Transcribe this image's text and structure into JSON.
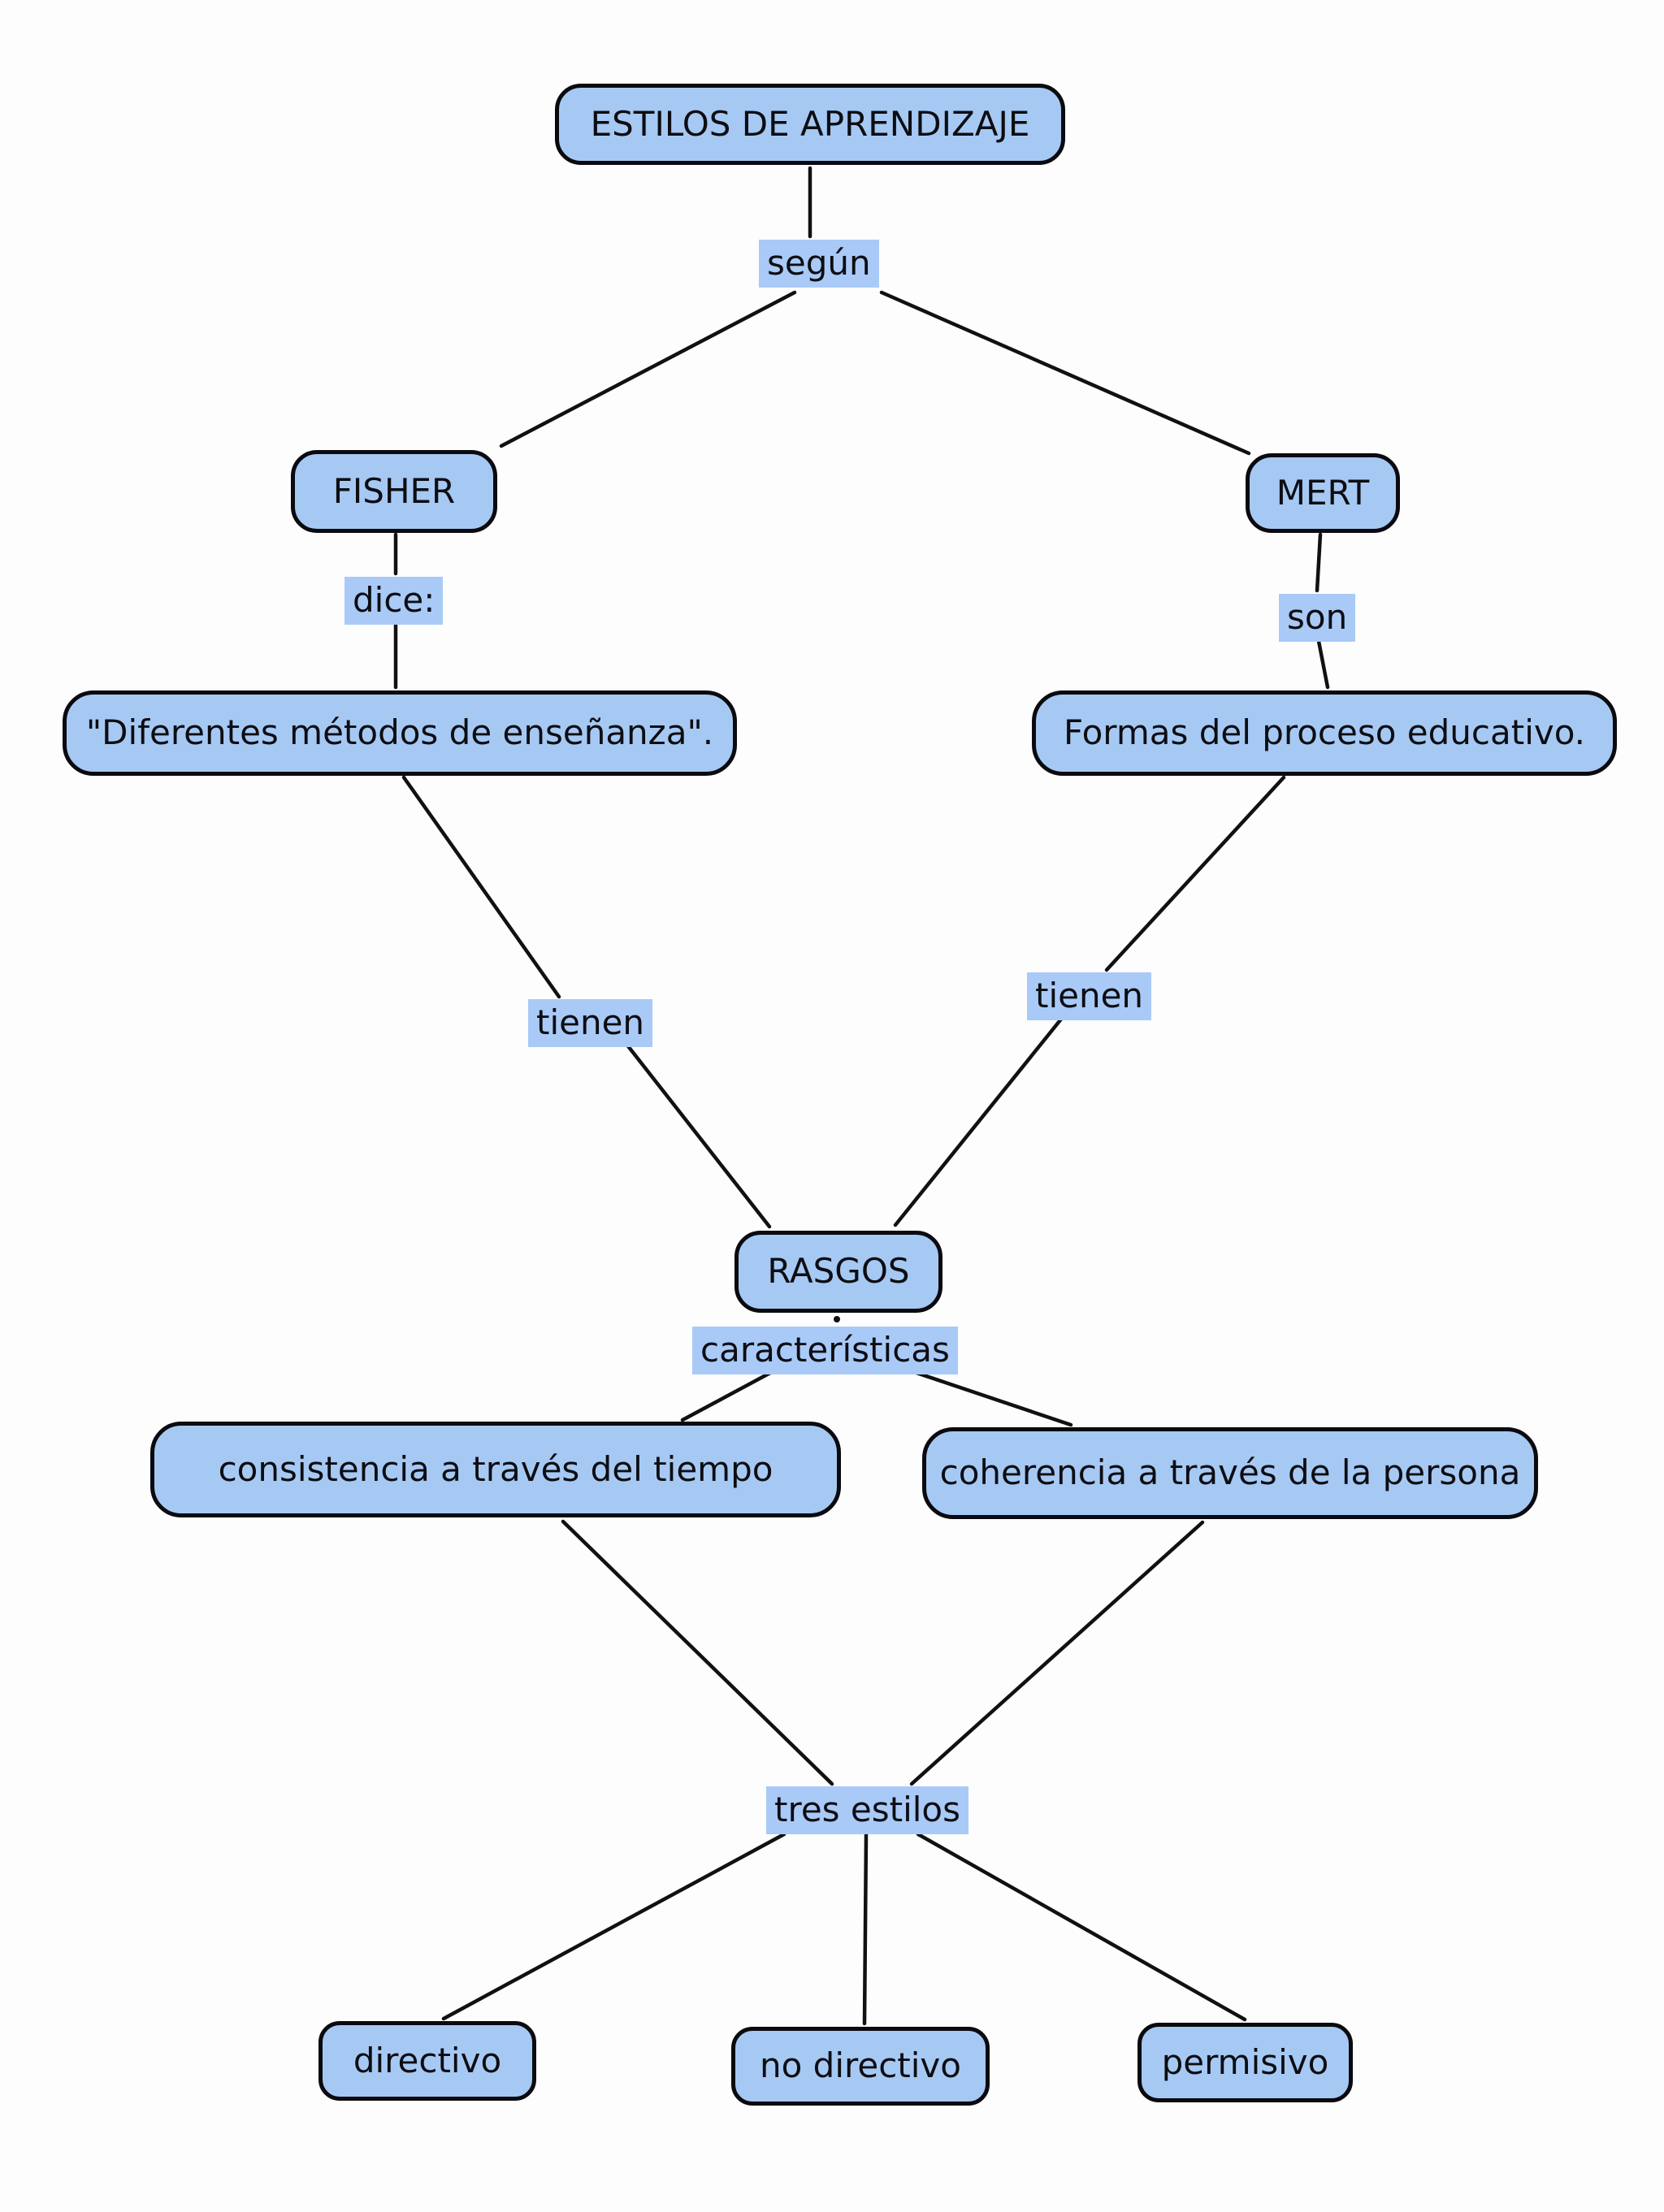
{
  "diagram": {
    "kind": "concept-map",
    "topic": "ESTILOS DE APRENDIZAJE",
    "colors": {
      "background": "#fdfdfe",
      "concept_fill": "#a6c9f4",
      "concept_border": "#0a0a0f",
      "link_label_background": "#a9caf7",
      "line": "#111111",
      "text": "#0d0d12"
    },
    "concepts": {
      "title": "ESTILOS DE APRENDIZAJE",
      "fisher": "FISHER",
      "mert": "MERT",
      "fisher_def": "\"Diferentes métodos de enseñanza\".",
      "mert_def": "Formas del proceso educativo.",
      "rasgos": "RASGOS",
      "consistencia": "consistencia a través del tiempo",
      "coherencia": "coherencia a través de la persona",
      "directivo": "directivo",
      "no_directivo": "no directivo",
      "permisivo": "permisivo"
    },
    "links": {
      "segun": "según",
      "dice": "dice:",
      "son": "son",
      "tienen_left": "tienen",
      "tienen_right": "tienen",
      "caracteristicas": "características",
      "tres_estilos": "tres estilos"
    },
    "relations": [
      {
        "from": "ESTILOS DE APRENDIZAJE",
        "link": "según",
        "to": [
          "FISHER",
          "MERT"
        ]
      },
      {
        "from": "FISHER",
        "link": "dice:",
        "to": [
          "\"Diferentes métodos de enseñanza\"."
        ]
      },
      {
        "from": "MERT",
        "link": "son",
        "to": [
          "Formas del proceso educativo."
        ]
      },
      {
        "from": "\"Diferentes métodos de enseñanza\".",
        "link": "tienen",
        "to": [
          "RASGOS"
        ]
      },
      {
        "from": "Formas del proceso educativo.",
        "link": "tienen",
        "to": [
          "RASGOS"
        ]
      },
      {
        "from": "RASGOS",
        "link": "características",
        "to": [
          "consistencia a través del tiempo",
          "coherencia a través de la persona"
        ]
      },
      {
        "from": "consistencia a través del tiempo",
        "link": "tres estilos",
        "to": [
          "directivo",
          "no directivo",
          "permisivo"
        ]
      },
      {
        "from": "coherencia a través de la persona",
        "link": "tres estilos",
        "to": [
          "directivo",
          "no directivo",
          "permisivo"
        ]
      }
    ]
  }
}
